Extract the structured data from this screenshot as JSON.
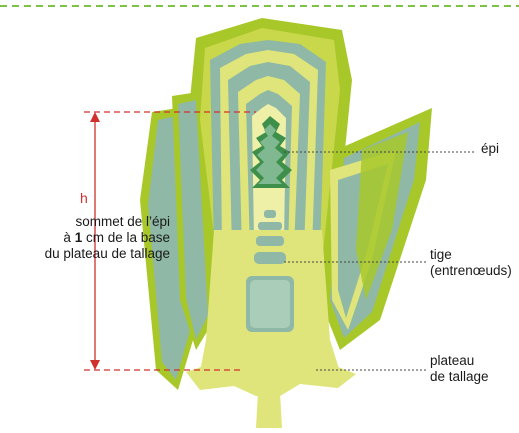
{
  "diagram": {
    "colors": {
      "border_dash": "#7dc242",
      "outer_leaf": "#a8c82a",
      "leaf_fill": "#8fb8a6",
      "inner_tissue": "#dfe57a",
      "spike": "#3d8f4a",
      "measure_red": "#d0312d",
      "dotted_line": "#444444"
    },
    "labels": {
      "h": "h",
      "sommet_line1": "sommet de l’épi",
      "sommet_line2_bold": "1",
      "sommet_line2_prefix": "à ",
      "sommet_line2_suffix": " cm de la base",
      "sommet_line3": "du plateau de tallage",
      "epi": "épi",
      "tige_line1": "tige",
      "tige_line2": "(entrenœuds)",
      "plateau_line1": "plateau",
      "plateau_line2": "de tallage"
    }
  }
}
